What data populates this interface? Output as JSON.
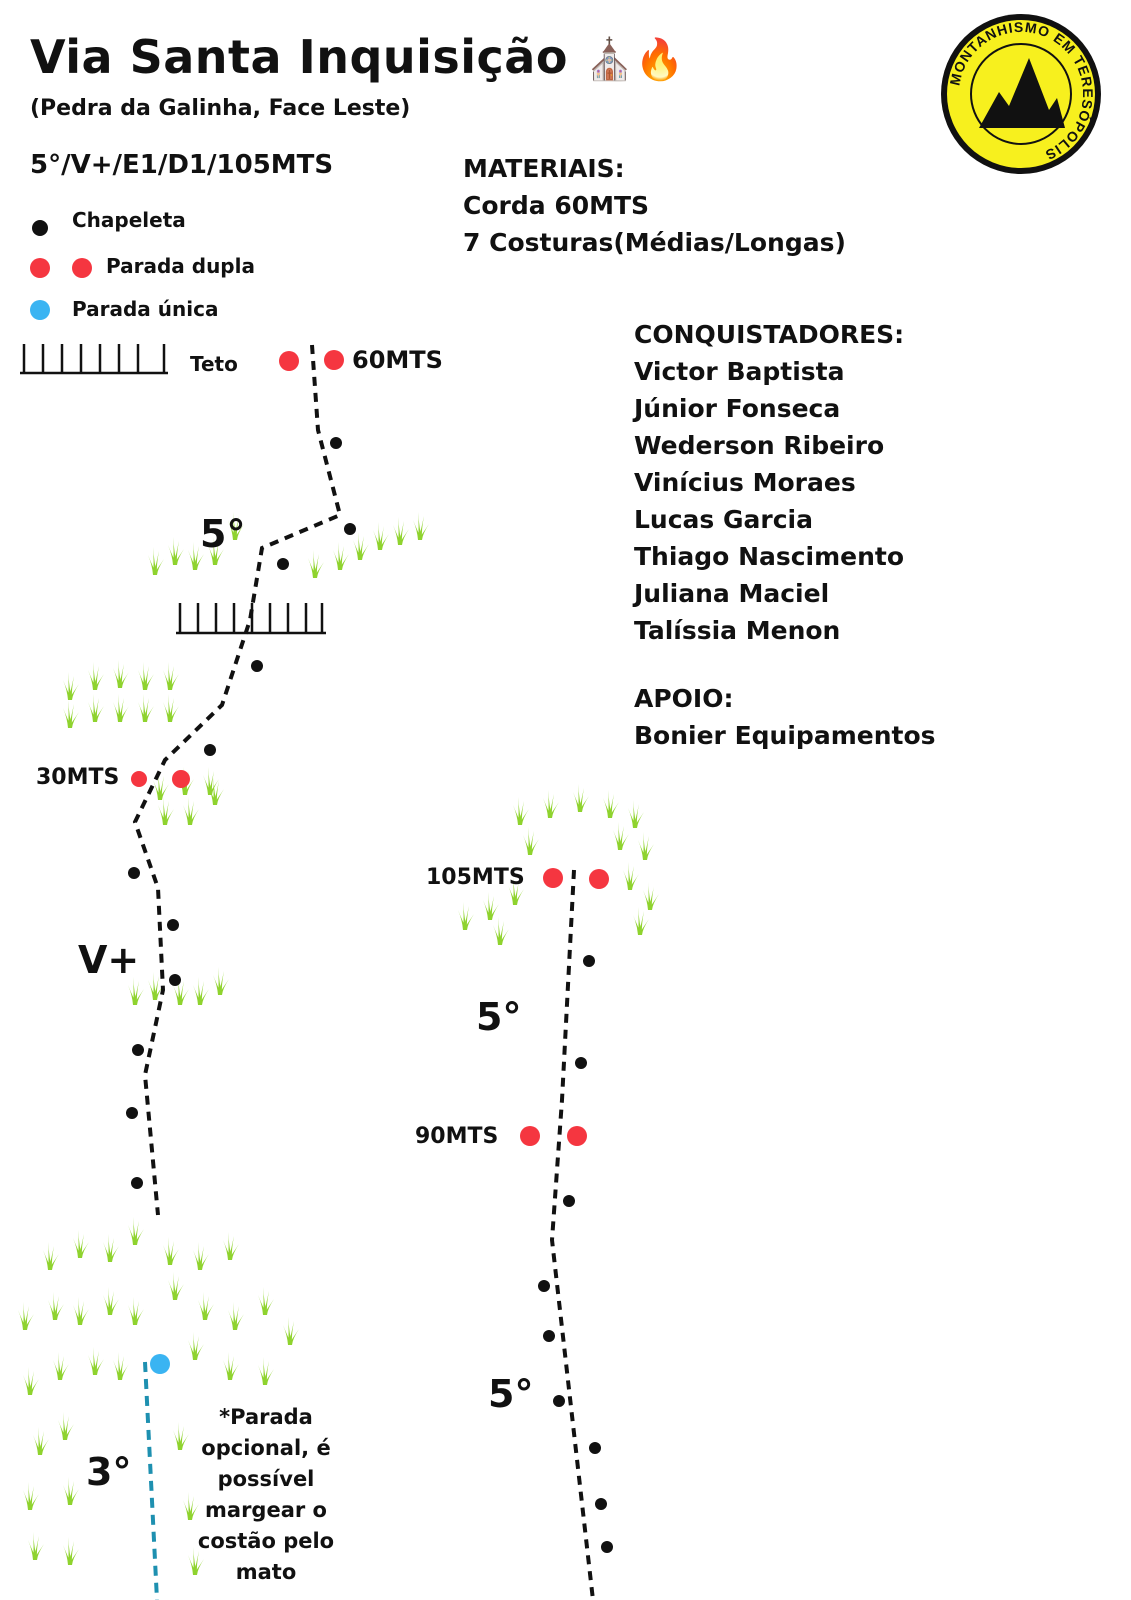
{
  "header": {
    "title": "Via Santa Inquisição",
    "title_emojis": "⛪🔥",
    "subtitle": "(Pedra da Galinha, Face Leste)",
    "grade": "5°/V+/E1/D1/105MTS"
  },
  "logo": {
    "text": "MONTANHISMO EM TERESÓPOLIS",
    "colors": {
      "fill": "#f7f01e",
      "ring": "#111111"
    }
  },
  "legend": {
    "items": [
      {
        "symbol": "black-dot",
        "label": "Chapeleta"
      },
      {
        "symbol": "double-red-dot",
        "label": "Parada dupla"
      },
      {
        "symbol": "blue-dot",
        "label": "Parada única"
      },
      {
        "symbol": "roof-hatch",
        "label": "Teto"
      }
    ]
  },
  "materials": {
    "heading": "MATERIAIS:",
    "items": [
      "Corda 60MTS",
      "7 Costuras(Médias/Longas)"
    ]
  },
  "conquerors": {
    "heading": "CONQUISTADORES:",
    "names": [
      "Victor Baptista",
      "Júnior Fonseca",
      "Wederson Ribeiro",
      "Vinícius Moraes",
      "Lucas Garcia",
      "Thiago Nascimento",
      "Juliana Maciel",
      "Talíssia Menon"
    ]
  },
  "support": {
    "heading": "APOIO:",
    "name": "Bonier Equipamentos"
  },
  "topo": {
    "anchors": [
      "60MTS",
      "30MTS",
      "105MTS",
      "90MTS"
    ],
    "grades": [
      "5°",
      "V+",
      "5°",
      "5°",
      "3°"
    ],
    "note": "*Parada opcional, é possível margear o costão pelo mato"
  },
  "colors": {
    "bolt": "#111111",
    "double_anchor": "#f53640",
    "single_anchor": "#3ab4f2",
    "grass": "#8fd32e",
    "optional_line": "#1e90b0"
  }
}
